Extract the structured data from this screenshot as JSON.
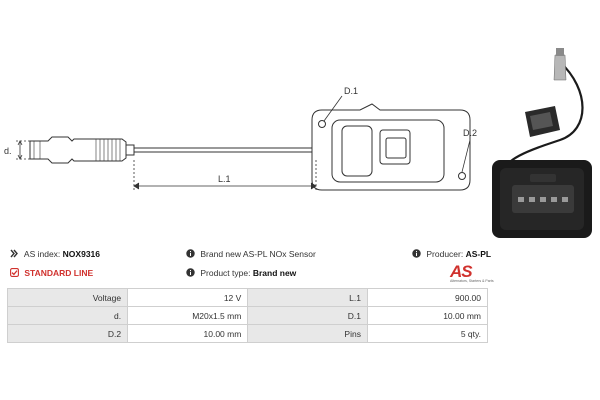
{
  "drawing": {
    "label_d1": "D.1",
    "label_d2": "D.2",
    "label_d": "d.",
    "label_l1": "L.1"
  },
  "info": {
    "as_index_label": "AS index:",
    "as_index_value": "NOX9316",
    "standard_line": "STANDARD LINE",
    "brand_text": "Brand new AS-PL NOx Sensor",
    "product_type_label": "Product type:",
    "product_type_value": "Brand new",
    "producer_label": "Producer:",
    "producer_value": "AS-PL"
  },
  "logo": {
    "mark": "AS",
    "tagline": "Alternators, Starters & Parts"
  },
  "specs": [
    [
      "Voltage",
      "12 V",
      "L.1",
      "900.00"
    ],
    [
      "d.",
      "M20x1.5 mm",
      "D.1",
      "10.00 mm"
    ],
    [
      "D.2",
      "10.00 mm",
      "Pins",
      "5 qty."
    ]
  ],
  "colors": {
    "accent_red": "#d0312d",
    "key_cell": "#e8e8e8",
    "line": "#333333"
  }
}
